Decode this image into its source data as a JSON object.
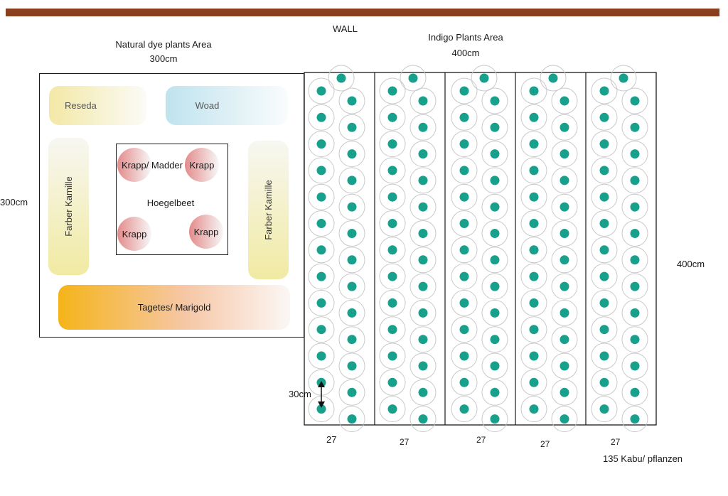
{
  "wall": {
    "label": "WALL",
    "color": "#8a3f1e"
  },
  "dye_area": {
    "title": "Natural dye plants Area",
    "width": "300cm",
    "height": "300cm",
    "beds": {
      "reseda": "Reseda",
      "woad": "Woad",
      "farber_left": "Farber Kamille",
      "farber_right": "Farber Kamille",
      "tagetes": "Tagetes/ Marigold"
    },
    "hoegelbeet": {
      "label": "Hoegelbeet",
      "plants": [
        "Krapp/ Madder",
        "Krapp",
        "Krapp",
        "Krapp"
      ]
    },
    "colors": {
      "reseda": "#f3e8a6",
      "woad": "#bfe3ee",
      "farber": "#f1eaa2",
      "tagetes": "#f5b41a",
      "krapp": "#e48b8b"
    }
  },
  "indigo_area": {
    "title": "Indigo Plants Area",
    "width": "400cm",
    "height": "400cm",
    "spacing_label": "30cm",
    "column_counts": [
      "27",
      "27",
      "27",
      "27",
      "27"
    ],
    "total_label": "135 Kabu/ pflanzen",
    "plant_color": "#17a08c",
    "ring_color": "#c9c9c9"
  }
}
